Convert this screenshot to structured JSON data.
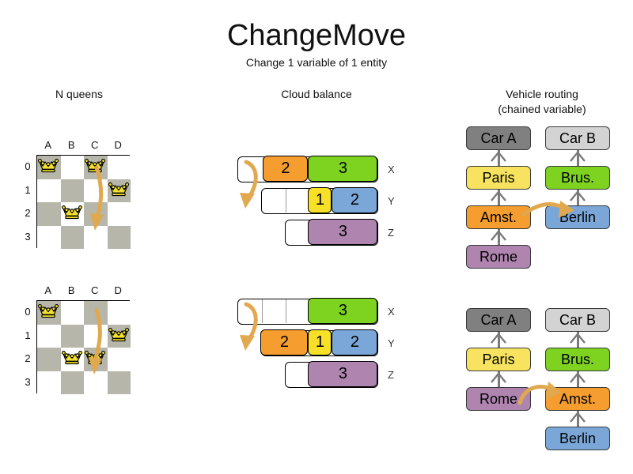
{
  "header": {
    "title": "ChangeMove",
    "subtitle": "Change 1 variable of 1 entity"
  },
  "sections": [
    {
      "id": "n-queens",
      "title": "N queens"
    },
    {
      "id": "cloud-balance",
      "title": "Cloud balance"
    },
    {
      "id": "vehicle-routing",
      "title": "Vehicle routing",
      "title2": "(chained variable)"
    }
  ],
  "colors": {
    "queen_fill": "#f2e12c",
    "queen_stroke": "#000000",
    "board_dark": "#b6b6ab",
    "board_light": "#ffffff",
    "arrow": "#e0a94f",
    "orange": "#f59d2e",
    "green": "#7ed321",
    "yellow": "#f7e027",
    "blue": "#7aa7d8",
    "purple": "#af85af",
    "gray_dark": "#808080",
    "gray_light": "#d3d3d3",
    "edge": "#7a7a7a"
  },
  "nqueens": {
    "files": [
      "A",
      "B",
      "C",
      "D"
    ],
    "ranks": [
      "0",
      "1",
      "2",
      "3"
    ],
    "before": {
      "queens": [
        {
          "file": 0,
          "rank": 0
        },
        {
          "file": 2,
          "rank": 0
        },
        {
          "file": 3,
          "rank": 1
        },
        {
          "file": 1,
          "rank": 2
        }
      ],
      "move": {
        "from_file": 2,
        "from_rank": 0,
        "to_file": 2,
        "to_rank": 2
      }
    },
    "after": {
      "queens": [
        {
          "file": 0,
          "rank": 0
        },
        {
          "file": 3,
          "rank": 1
        },
        {
          "file": 1,
          "rank": 2
        },
        {
          "file": 2,
          "rank": 2
        }
      ],
      "move": {
        "from_file": 2,
        "from_rank": 0,
        "to_file": 2,
        "to_rank": 2
      }
    }
  },
  "cloud_balance": {
    "before": {
      "rows": [
        {
          "label": "X",
          "segments": [
            {
              "value": "",
              "color": "#ffffff",
              "width": 33,
              "empty": true
            },
            {
              "value": "2",
              "color": "#f59d2e",
              "width": 57
            },
            {
              "value": "3",
              "color": "#7ed321",
              "width": 88
            }
          ]
        },
        {
          "label": "Y",
          "segments": [
            {
              "value": "",
              "color": "#ffffff",
              "width": 60,
              "empty": true,
              "ticks": 1
            },
            {
              "value": "1",
              "color": "#f7e027",
              "width": 30
            },
            {
              "value": "2",
              "color": "#7aa7d8",
              "width": 58
            }
          ]
        },
        {
          "label": "Z",
          "segments": [
            {
              "value": "",
              "color": "#ffffff",
              "width": 30,
              "empty": true
            },
            {
              "value": "3",
              "color": "#af85af",
              "width": 88
            }
          ]
        }
      ]
    },
    "after": {
      "rows": [
        {
          "label": "X",
          "segments": [
            {
              "value": "",
              "color": "#ffffff",
              "width": 90,
              "empty": true,
              "ticks": 2
            },
            {
              "value": "3",
              "color": "#7ed321",
              "width": 88
            }
          ]
        },
        {
          "label": "Y",
          "segments": [
            {
              "value": "2",
              "color": "#f59d2e",
              "width": 60
            },
            {
              "value": "1",
              "color": "#f7e027",
              "width": 30
            },
            {
              "value": "2",
              "color": "#7aa7d8",
              "width": 58
            }
          ]
        },
        {
          "label": "Z",
          "segments": [
            {
              "value": "",
              "color": "#ffffff",
              "width": 30,
              "empty": true
            },
            {
              "value": "3",
              "color": "#af85af",
              "width": 88
            }
          ]
        }
      ]
    }
  },
  "vehicle_routing": {
    "before": {
      "chain_a": [
        "Car A",
        "Paris",
        "Amst.",
        "Rome"
      ],
      "chain_b": [
        "Car B",
        "Brus.",
        "Berlin"
      ],
      "moved_entity": "Amst."
    },
    "after": {
      "chain_a": [
        "Car A",
        "Paris",
        "Rome"
      ],
      "chain_b": [
        "Car B",
        "Brus.",
        "Amst.",
        "Berlin"
      ],
      "moved_entity": "Amst."
    },
    "node_colors": {
      "Car A": "#808080",
      "Car B": "#d3d3d3",
      "Paris": "#f7e35f",
      "Brus.": "#7ed321",
      "Amst.": "#f59d2e",
      "Rome": "#af85af",
      "Berlin": "#7aa7d8"
    }
  }
}
